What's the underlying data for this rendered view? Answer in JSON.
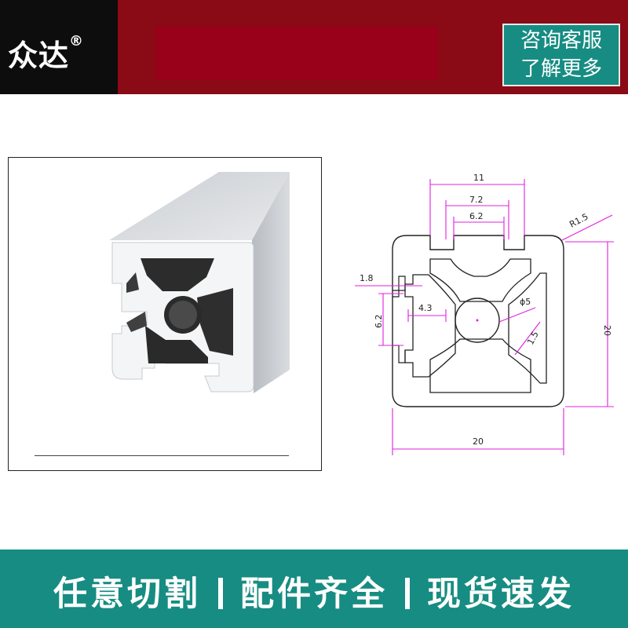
{
  "header": {
    "brand": "众达",
    "brand_mark": "®",
    "contact_line1": "咨询客服",
    "contact_line2": "了解更多",
    "colors": {
      "bar": "#8a0a16",
      "brand_bg": "#0d0d0d",
      "accent": "#178c82"
    }
  },
  "drawing": {
    "dims": {
      "top_width": "11",
      "slot_outer": "7.2",
      "slot_inner": "6.2",
      "corner_radius": "R1.5",
      "left_lip": "1.8",
      "left_slot": "6.2",
      "depth": "4.3",
      "center_hole": "ϕ5",
      "wall": "1.5",
      "height": "20",
      "width": "20"
    },
    "dimension_color": "#e020e0"
  },
  "footer": {
    "slogan1": "任意切割",
    "slogan2": "配件齐全",
    "slogan3": "现货速发"
  }
}
